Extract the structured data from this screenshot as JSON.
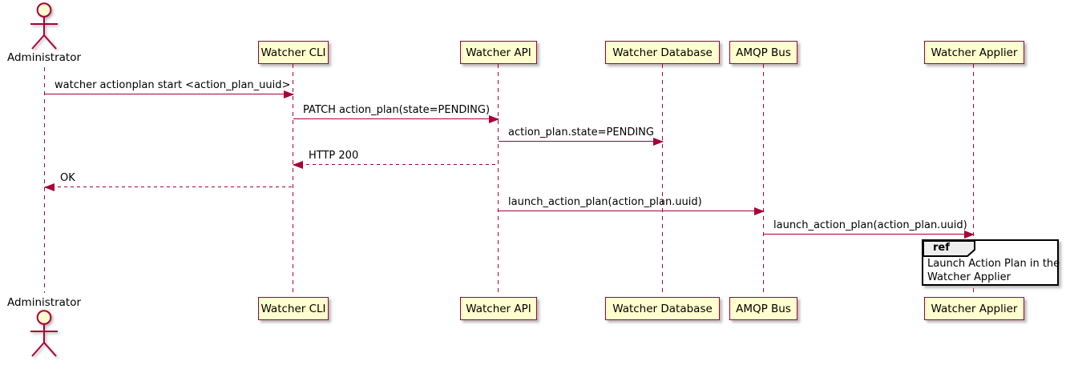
{
  "diagram": {
    "type": "sequence",
    "colors": {
      "participant_fill": "#FEFECE",
      "participant_border": "#A80036",
      "arrow": "#A80036",
      "text": "#000000",
      "ref_border": "#000000",
      "ref_tag_fill": "#EEEEEE",
      "background": "#FFFFFF"
    },
    "actor": {
      "name": "Administrator"
    },
    "participants": [
      {
        "name": "Watcher CLI"
      },
      {
        "name": "Watcher API"
      },
      {
        "name": "Watcher Database"
      },
      {
        "name": "AMQP Bus"
      },
      {
        "name": "Watcher Applier"
      }
    ],
    "messages": [
      {
        "label": "watcher actionplan start <action_plan_uuid>",
        "from": "Administrator",
        "to": "Watcher CLI",
        "style": "solid"
      },
      {
        "label": "PATCH action_plan(state=PENDING)",
        "from": "Watcher CLI",
        "to": "Watcher API",
        "style": "solid"
      },
      {
        "label": "action_plan.state=PENDING",
        "from": "Watcher API",
        "to": "Watcher Database",
        "style": "solid"
      },
      {
        "label": "HTTP 200",
        "from": "Watcher API",
        "to": "Watcher CLI",
        "style": "dashed"
      },
      {
        "label": "OK",
        "from": "Watcher CLI",
        "to": "Administrator",
        "style": "dashed"
      },
      {
        "label": "launch_action_plan(action_plan.uuid)",
        "from": "Watcher API",
        "to": "AMQP Bus",
        "style": "solid"
      },
      {
        "label": "launch_action_plan(action_plan.uuid)",
        "from": "AMQP Bus",
        "to": "Watcher Applier",
        "style": "solid"
      }
    ],
    "ref": {
      "tag": "ref",
      "line1": "Launch Action Plan in the",
      "line2": "Watcher Applier"
    }
  }
}
